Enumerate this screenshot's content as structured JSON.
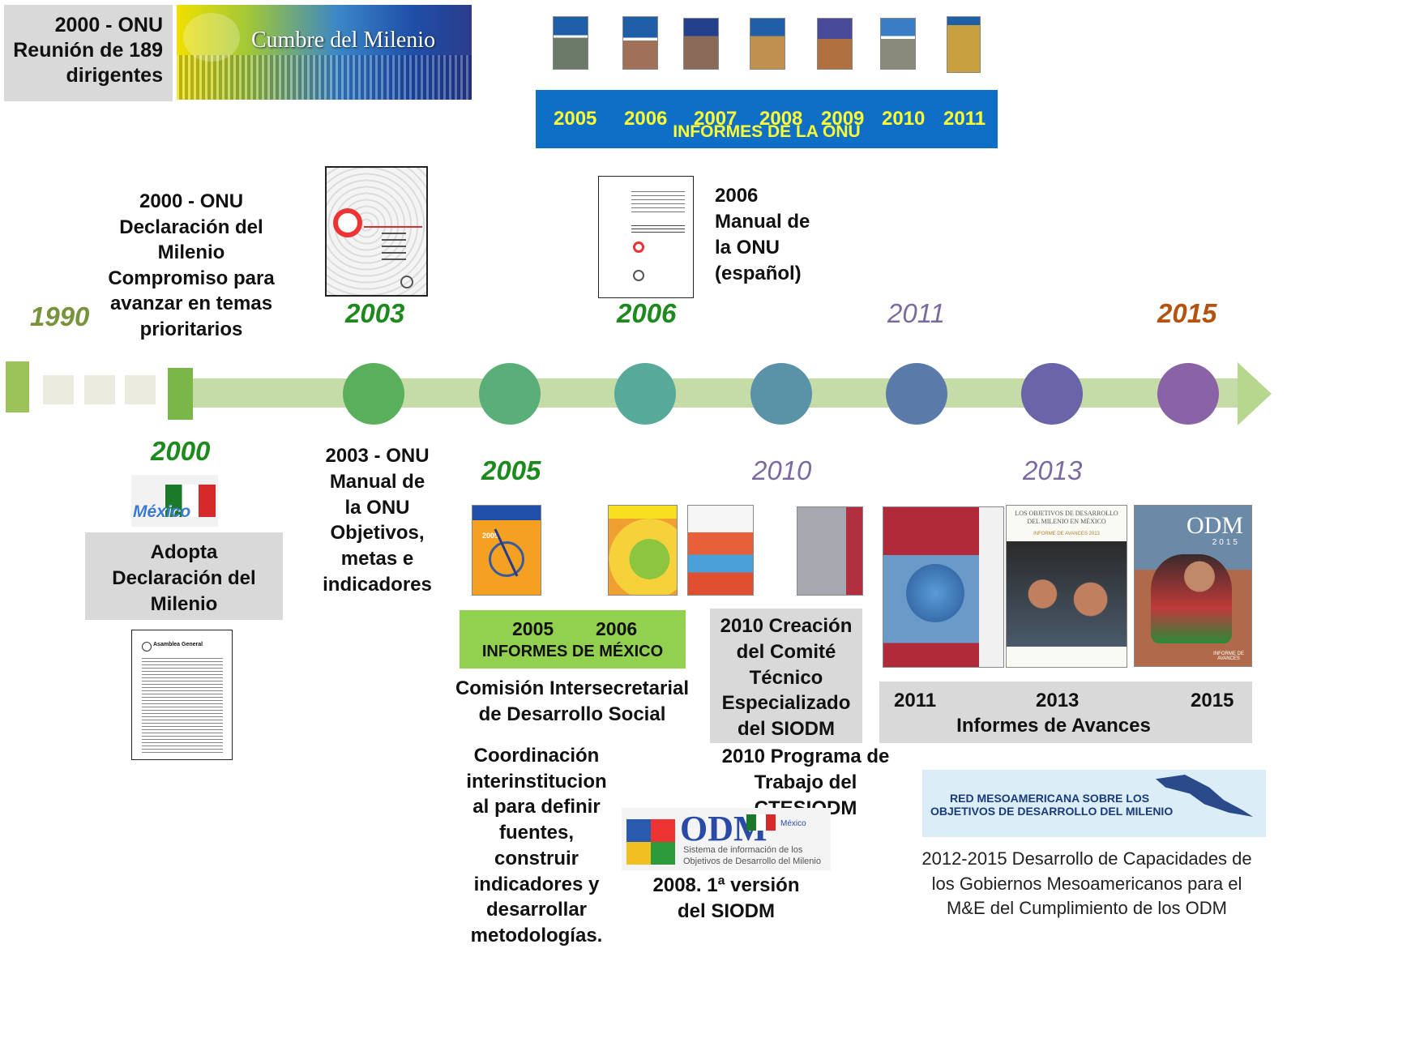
{
  "top_left": {
    "line1": "2000 - ONU",
    "line2": "Reunión de 189",
    "line3": "dirigentes",
    "banner_text": "Cumbre del Milenio"
  },
  "onu_reports": {
    "years": [
      "2005",
      "2006",
      "2007",
      "2008",
      "2009",
      "2010",
      "2011"
    ],
    "title": "INFORMES DE LA ONU"
  },
  "decl_2000": {
    "lines": [
      "2000 - ONU",
      "Declaración del",
      "Milenio",
      "Compromiso para",
      "avanzar en temas",
      "prioritarios"
    ]
  },
  "manual_2006": {
    "lines": [
      "2006",
      "Manual de",
      "la ONU",
      "(español)"
    ]
  },
  "timeline": {
    "years_top": [
      "1990",
      "2003",
      "2006",
      "2011",
      "2015"
    ],
    "years_bottom": [
      "2000",
      "2005",
      "2010",
      "2013"
    ],
    "colors": {
      "y1990": "#77933c",
      "green": "#1e8a1e",
      "purple": "#7a6aa0",
      "brown": "#b5520f",
      "bar": "#c6dca6",
      "arrow": "#b8d78e",
      "start": "#9bc35a"
    }
  },
  "mexico_2000": {
    "flag_label": "México",
    "box_lines": [
      "Adopta",
      "Declaración del",
      "Milenio"
    ],
    "doc_title": "Asamblea General"
  },
  "manual_2003": {
    "lines": [
      "2003 - ONU",
      "Manual de",
      "la ONU",
      "Objetivos,",
      "metas e",
      "indicadores"
    ]
  },
  "mexico_reports": {
    "years": [
      "2005",
      "2006"
    ],
    "title": "INFORMES DE MÉXICO",
    "cover_2005_label": "2005"
  },
  "comision": {
    "lines": [
      "Comisión Intersecretarial",
      "de Desarrollo Social"
    ]
  },
  "coordinacion": {
    "lines": [
      "Coordinación",
      "interinstitucion",
      "al para definir",
      "fuentes,",
      "construir",
      "indicadores y",
      "desarrollar",
      "metodologías."
    ]
  },
  "comite_2010": {
    "lines": [
      "2010  Creación",
      "del Comité",
      "Técnico",
      "Especializado",
      "del  SIODM"
    ]
  },
  "programa_2010": {
    "lines": [
      "2010 Programa de",
      "Trabajo del CTESIODM"
    ]
  },
  "siodm": {
    "logo_text": "ODM",
    "logo_country": "México",
    "logo_sub1": "Sistema de información de los",
    "logo_sub2": "Objetivos de Desarrollo del Milenio",
    "caption_lines": [
      "2008. 1ª versión",
      "del SIODM"
    ]
  },
  "avances": {
    "years": [
      "2011",
      "2013",
      "2015"
    ],
    "title": "Informes de Avances",
    "cover_2013_title1": "LOS OBJETIVOS DE DESARROLLO",
    "cover_2013_title2": "DEL MILENIO EN MÉXICO",
    "cover_2013_sub": "INFORME DE AVANCES 2013",
    "cover_2015_odm": "ODM",
    "cover_2015_year": "2015",
    "cover_2015_footer": "INFORME DE AVANCES"
  },
  "red": {
    "banner_line1": "RED MESOAMERICANA SOBRE LOS",
    "banner_line2": "OBJETIVOS DE DESARROLLO DEL MILENIO",
    "caption_lines": [
      "2012-2015 Desarrollo de Capacidades de",
      "los Gobiernos Mesoamericanos para el",
      "M&E del Cumplimiento de los ODM"
    ]
  }
}
